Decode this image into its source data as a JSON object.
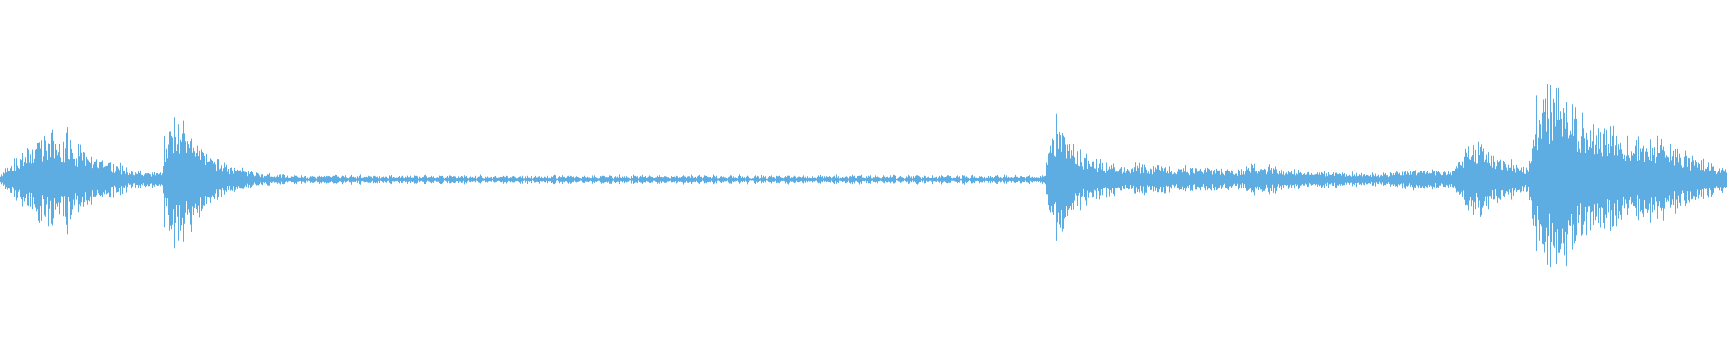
{
  "waveform": {
    "color": "#5dade2",
    "background": "#ffffff",
    "channels": 1,
    "style": "mirrored-peaks",
    "envelope_peaks": [
      [
        0.0,
        0.03
      ],
      [
        0.005,
        0.07
      ],
      [
        0.012,
        0.12
      ],
      [
        0.018,
        0.16
      ],
      [
        0.025,
        0.2
      ],
      [
        0.03,
        0.22
      ],
      [
        0.036,
        0.21
      ],
      [
        0.043,
        0.18
      ],
      [
        0.05,
        0.14
      ],
      [
        0.058,
        0.11
      ],
      [
        0.066,
        0.08
      ],
      [
        0.075,
        0.05
      ],
      [
        0.085,
        0.04
      ],
      [
        0.093,
        0.03
      ],
      [
        0.096,
        0.22
      ],
      [
        0.1,
        0.33
      ],
      [
        0.106,
        0.28
      ],
      [
        0.114,
        0.19
      ],
      [
        0.122,
        0.12
      ],
      [
        0.13,
        0.08
      ],
      [
        0.14,
        0.05
      ],
      [
        0.15,
        0.03
      ],
      [
        0.17,
        0.02
      ],
      [
        0.2,
        0.02
      ],
      [
        0.3,
        0.02
      ],
      [
        0.4,
        0.02
      ],
      [
        0.5,
        0.02
      ],
      [
        0.58,
        0.02
      ],
      [
        0.605,
        0.02
      ],
      [
        0.607,
        0.12
      ],
      [
        0.612,
        0.28
      ],
      [
        0.617,
        0.22
      ],
      [
        0.625,
        0.13
      ],
      [
        0.64,
        0.08
      ],
      [
        0.66,
        0.07
      ],
      [
        0.69,
        0.06
      ],
      [
        0.72,
        0.05
      ],
      [
        0.725,
        0.09
      ],
      [
        0.73,
        0.07
      ],
      [
        0.76,
        0.04
      ],
      [
        0.8,
        0.03
      ],
      [
        0.822,
        0.05
      ],
      [
        0.84,
        0.04
      ],
      [
        0.848,
        0.12
      ],
      [
        0.856,
        0.18
      ],
      [
        0.866,
        0.11
      ],
      [
        0.885,
        0.06
      ],
      [
        0.89,
        0.3
      ],
      [
        0.898,
        0.42
      ],
      [
        0.905,
        0.37
      ],
      [
        0.915,
        0.3
      ],
      [
        0.93,
        0.25
      ],
      [
        0.945,
        0.21
      ],
      [
        0.96,
        0.19
      ],
      [
        0.975,
        0.14
      ],
      [
        0.99,
        0.08
      ],
      [
        1.0,
        0.05
      ]
    ]
  }
}
